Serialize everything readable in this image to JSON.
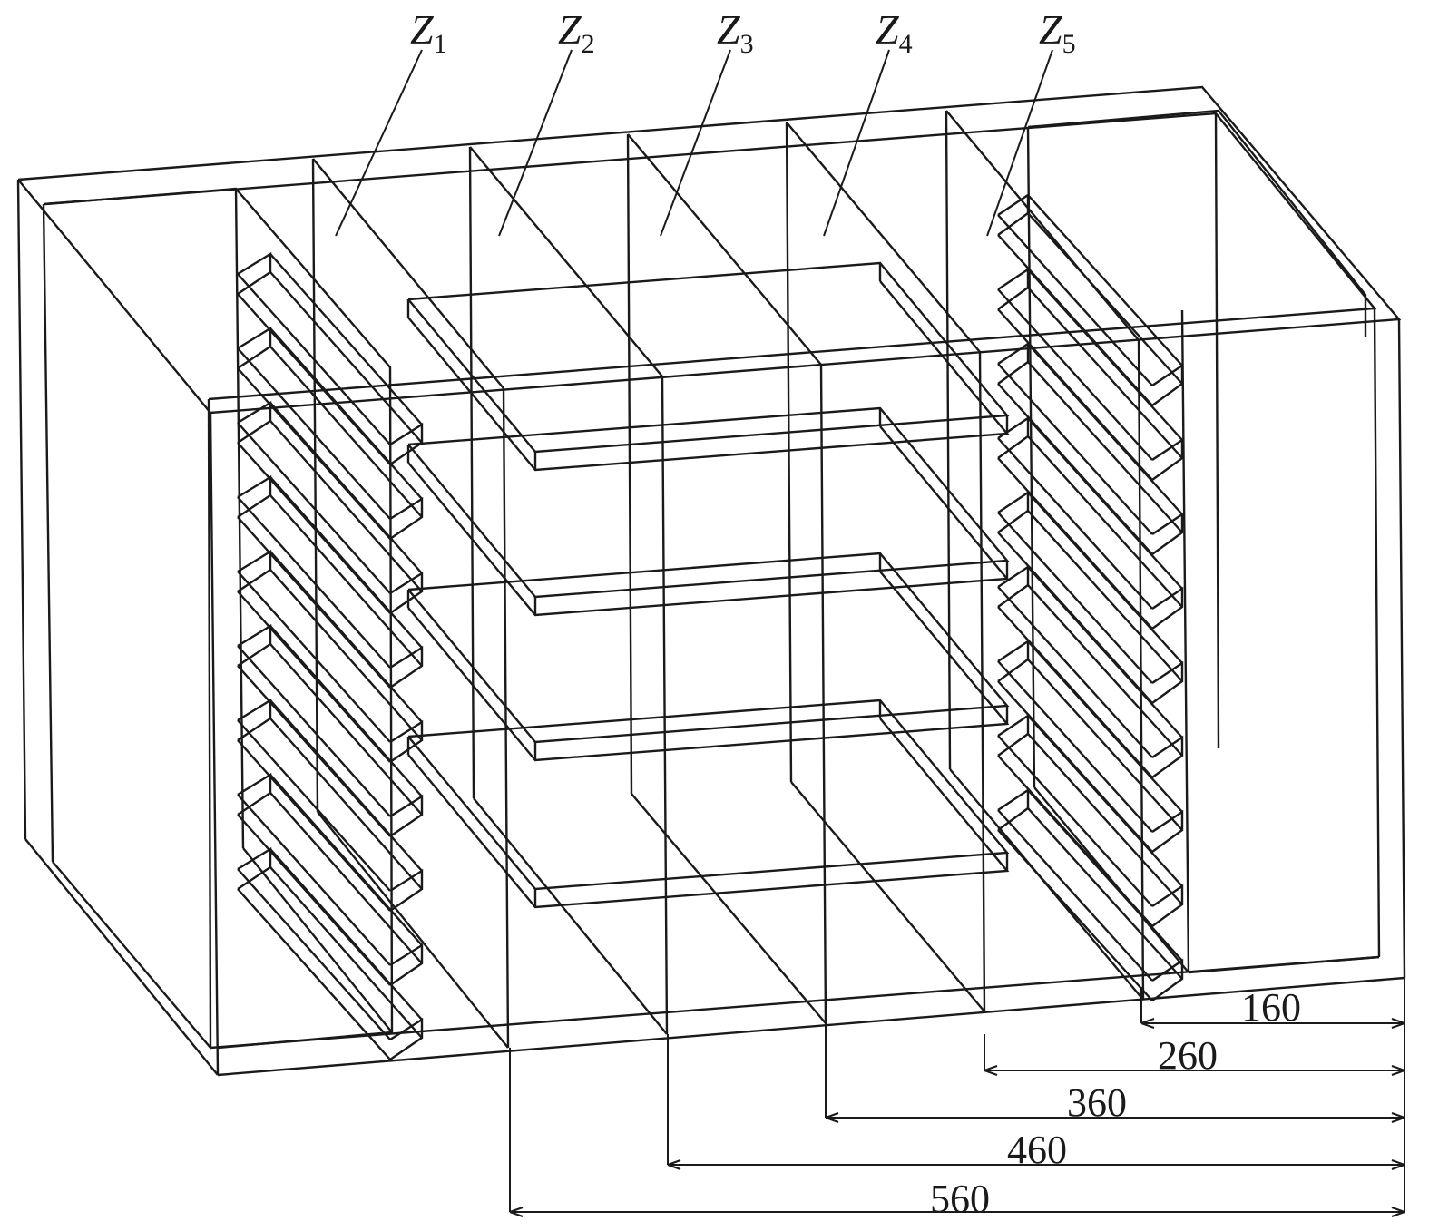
{
  "colors": {
    "line": "#1a1a1a",
    "background": "#ffffff"
  },
  "zones": [
    {
      "letter": "Z",
      "sub": "1"
    },
    {
      "letter": "Z",
      "sub": "2"
    },
    {
      "letter": "Z",
      "sub": "3"
    },
    {
      "letter": "Z",
      "sub": "4"
    },
    {
      "letter": "Z",
      "sub": "5"
    }
  ],
  "dimensions": [
    "160",
    "260",
    "360",
    "460",
    "560"
  ]
}
